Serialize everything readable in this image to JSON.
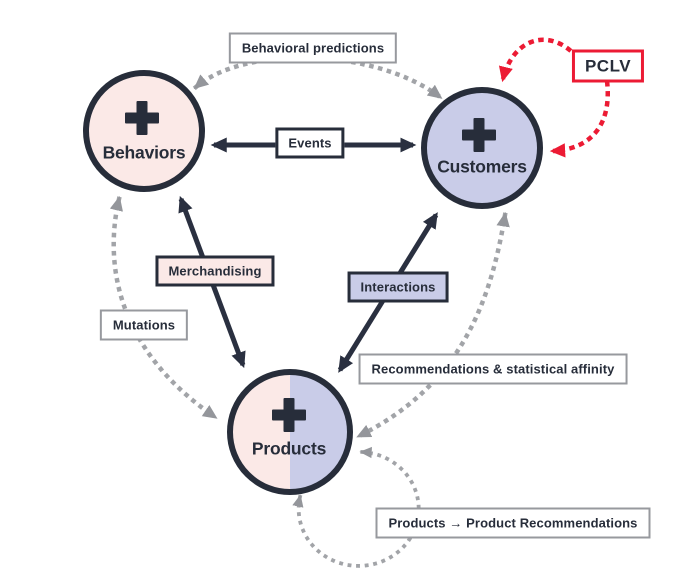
{
  "nodes": {
    "behaviors": {
      "label": "Behaviors"
    },
    "customers": {
      "label": "Customers"
    },
    "products": {
      "label": "Products"
    }
  },
  "edges": {
    "behavioral_predictions": {
      "label": "Behavioral predictions",
      "style": "dashed-gray",
      "between": [
        "behaviors",
        "customers"
      ]
    },
    "events": {
      "label": "Events",
      "style": "solid-dark",
      "between": [
        "behaviors",
        "customers"
      ]
    },
    "merchandising": {
      "label": "Merchandising",
      "style": "solid-dark",
      "between": [
        "behaviors",
        "products"
      ]
    },
    "interactions": {
      "label": "Interactions",
      "style": "solid-dark",
      "between": [
        "customers",
        "products"
      ]
    },
    "mutations": {
      "label": "Mutations",
      "style": "dashed-gray",
      "between": [
        "behaviors",
        "products"
      ]
    },
    "recommendations": {
      "label": "Recommendations & statistical affinity",
      "style": "dashed-gray",
      "between": [
        "customers",
        "products"
      ]
    },
    "products_loop": {
      "label": "Products → Product Recommendations",
      "style": "dotted-gray",
      "between": [
        "products",
        "products"
      ]
    },
    "pclv": {
      "label": "PCLV",
      "style": "dashed-red",
      "between": [
        "customers",
        "customers"
      ]
    }
  },
  "colors": {
    "pink": "#fbe9e7",
    "lavender": "#c9cce8",
    "navy": "#272d3a",
    "arrow_gray": "#a2a4a8",
    "arrowhead_gray": "#94969b",
    "red": "#ec1b34",
    "label_border_gray": "#97999e",
    "background": "#ffffff"
  }
}
